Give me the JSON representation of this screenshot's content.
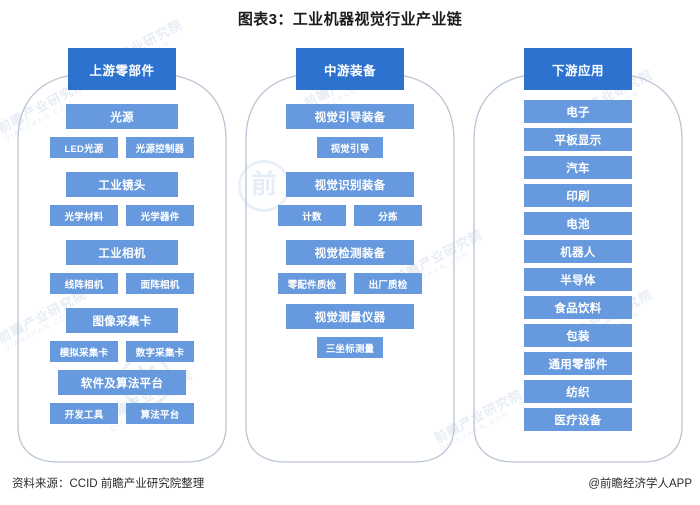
{
  "title": "图表3：工业机器视觉行业产业链",
  "columns": [
    {
      "id": "upstream",
      "header": "上游零部件",
      "groups": [
        {
          "category": "光源",
          "subs": [
            "LED光源",
            "光源控制器"
          ]
        },
        {
          "category": "工业镜头",
          "subs": [
            "光学材料",
            "光学器件"
          ]
        },
        {
          "category": "工业相机",
          "subs": [
            "线阵相机",
            "面阵相机"
          ]
        },
        {
          "category": "图像采集卡",
          "subs": [
            "模拟采集卡",
            "数字采集卡"
          ]
        },
        {
          "category": "软件及算法平台",
          "subs": [
            "开发工具",
            "算法平台"
          ]
        }
      ]
    },
    {
      "id": "midstream",
      "header": "中游装备",
      "groups": [
        {
          "category": "视觉引导装备",
          "subs": [
            "视觉引导"
          ]
        },
        {
          "category": "视觉识别装备",
          "subs": [
            "计数",
            "分拣"
          ]
        },
        {
          "category": "视觉检测装备",
          "subs": [
            "零配件质检",
            "出厂质检"
          ]
        },
        {
          "category": "视觉测量仪器",
          "subs": [
            "三坐标测量"
          ]
        }
      ]
    },
    {
      "id": "downstream",
      "header": "下游应用",
      "applications": [
        "电子",
        "平板显示",
        "汽车",
        "印刷",
        "电池",
        "机器人",
        "半导体",
        "食品饮料",
        "包装",
        "通用零部件",
        "纺织",
        "医疗设备"
      ]
    }
  ],
  "footer": {
    "source": "资料来源：CCID 前瞻产业研究院整理",
    "credit": "@前瞻经济学人APP"
  },
  "watermark": {
    "text": "前瞻产业研究院",
    "sub": "QIANZHAN.COM",
    "logo": "前"
  },
  "colors": {
    "header_box": "#2d72cf",
    "item_box": "#6699dd",
    "bracket_line": "#b9c4d4",
    "text_on_box": "#ffffff",
    "title_text": "#1a1a1a"
  }
}
